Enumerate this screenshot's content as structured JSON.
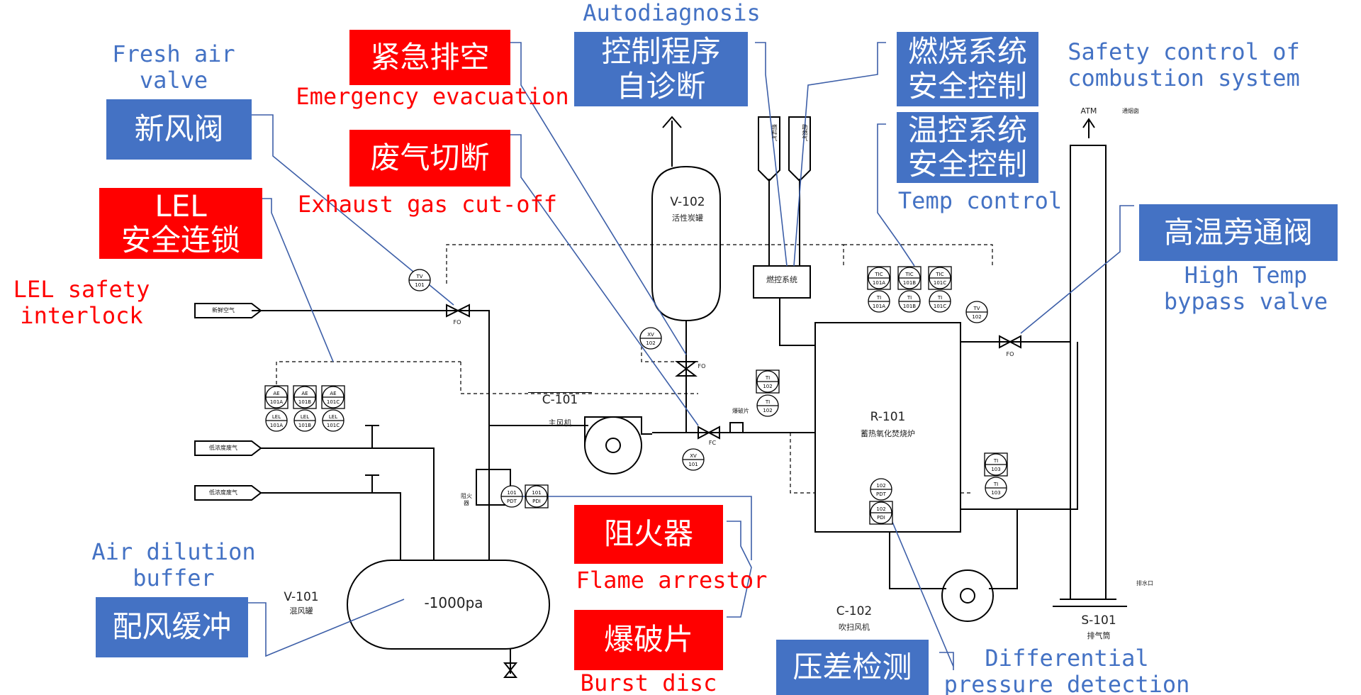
{
  "callouts": {
    "fresh_air": {
      "zh": "新风阀",
      "en": "Fresh air\nvalve"
    },
    "lel": {
      "zh": "LEL\n安全连锁",
      "en": "LEL safety\ninterlock"
    },
    "air_dilution": {
      "zh": "配风缓冲",
      "en": "Air dilution\nbuffer"
    },
    "emergency": {
      "zh": "紧急排空",
      "en": "Emergency evacuation"
    },
    "exhaust": {
      "zh": "废气切断",
      "en": "Exhaust gas cut-off"
    },
    "autodiag": {
      "zh": "控制程序\n自诊断",
      "en": "Autodiagnosis"
    },
    "combustion": {
      "zh": "燃烧系统\n安全控制",
      "en": "Safety control of\ncombustion system"
    },
    "temp": {
      "zh": "温控系统\n安全控制",
      "en": "Temp control"
    },
    "bypass": {
      "zh": "高温旁通阀",
      "en": "High Temp\nbypass valve"
    },
    "flame": {
      "zh": "阻火器",
      "en": "Flame arrestor"
    },
    "burst": {
      "zh": "爆破片",
      "en": "Burst disc"
    },
    "diffp": {
      "zh": "压差检测",
      "en": "Differential\npressure detection"
    }
  },
  "equipment": {
    "v102": {
      "id": "V-102",
      "name": "活性炭罐"
    },
    "c101": {
      "id": "C-101",
      "name": "主风机"
    },
    "r101": {
      "id": "R-101",
      "name": "蓄热氧化焚烧炉"
    },
    "v101": {
      "id": "V-101",
      "name": "混风罐",
      "pressure": "-1000pa"
    },
    "c102": {
      "id": "C-102",
      "name": "吹扫风机"
    },
    "s101": {
      "id": "S-101",
      "name": "排气筒"
    },
    "burner_ctrl": {
      "name": "燃控系统"
    },
    "atm": "ATM",
    "stack_note": "通烟囱",
    "drain": "排水口",
    "arrestor_tag": "阻火器",
    "disc_tag": "爆破片"
  },
  "inlets": {
    "fresh_air": "新鲜空气",
    "gas1": "低浓度废气",
    "gas2": "低浓度废气",
    "pipe1": "燃料气",
    "pipe2": "助燃气"
  },
  "instruments": {
    "tv101": [
      "TV",
      "101"
    ],
    "ae101a": [
      "AE",
      "101A"
    ],
    "ae101b": [
      "AE",
      "101B"
    ],
    "ae101c": [
      "AE",
      "101C"
    ],
    "lel101a": [
      "LEL",
      "101A"
    ],
    "lel101b": [
      "LEL",
      "101B"
    ],
    "lel101c": [
      "LEL",
      "101C"
    ],
    "xv102": [
      "XV",
      "102"
    ],
    "xv101": [
      "XV",
      "101"
    ],
    "ti102a": [
      "TI",
      "102"
    ],
    "ti102b": [
      "TI",
      "102"
    ],
    "pdt101": [
      "101",
      "PDT"
    ],
    "pdi101": [
      "101",
      "PDI"
    ],
    "tic101a": [
      "TIC",
      "101A"
    ],
    "tic101b": [
      "TIC",
      "101B"
    ],
    "tic101c": [
      "TIC",
      "101C"
    ],
    "ti101a": [
      "TI",
      "101A"
    ],
    "ti101b": [
      "TI",
      "101B"
    ],
    "ti101c": [
      "TI",
      "101C"
    ],
    "tv102": [
      "TV",
      "102"
    ],
    "ti103a": [
      "TI",
      "103"
    ],
    "ti103b": [
      "TI",
      "103"
    ],
    "pdt102": [
      "102",
      "PDT"
    ],
    "pdi102": [
      "102",
      "PDI"
    ]
  },
  "valve_marks": {
    "fo": "FO",
    "fc": "FC"
  }
}
